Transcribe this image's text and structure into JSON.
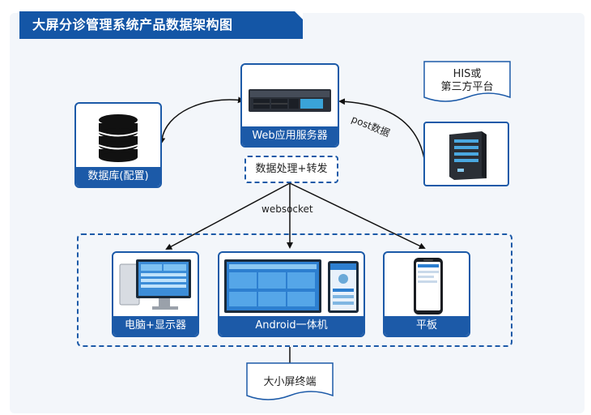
{
  "header": {
    "title": "大屏分诊管理系统产品数据架构图"
  },
  "nodes": {
    "web_server": "Web应用服务器",
    "database": "数据库(配置)",
    "processing": "数据处理+转发",
    "his_line1": "HIS或",
    "his_line2": "第三方平台",
    "pc": "电脑+显示器",
    "android": "Android一体机",
    "tablet": "平板",
    "terminal": "大小屏终端"
  },
  "edges": {
    "post_label": "post数据",
    "websocket_label": "websocket"
  },
  "colors": {
    "primary": "#1c5aa8",
    "title_bg": "#1456a6",
    "panel_bg": "#f3f6fa"
  }
}
